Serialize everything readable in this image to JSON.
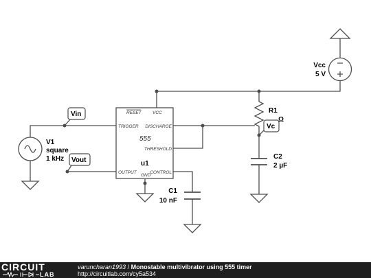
{
  "schematic": {
    "chip": {
      "pin_reset": "RESET",
      "pin_vcc": "VCC",
      "pin_trigger": "TRIGGER",
      "pin_discharge": "DISCHARGE",
      "pin_threshold": "THRESHOLD",
      "pin_output": "OUTPUT",
      "pin_gnd": "GND",
      "pin_control": "CONTROL",
      "type": "555",
      "name": "u1"
    },
    "vcc_name": "Vcc",
    "vcc_value": "5 V",
    "v1_name": "V1",
    "v1_type": "square",
    "v1_freq": "1 kHz",
    "r1_name": "R1",
    "r1_value_visible": "Ω",
    "c2_name": "C2",
    "c2_value": "2 µF",
    "c1_name": "C1",
    "c1_value": "10 nF",
    "probe_vin": "Vin",
    "probe_vout": "Vout",
    "probe_vc": "Vc"
  },
  "footer": {
    "logo_circuit": "CIRCUIT",
    "logo_lab": "LAB",
    "author": "varuncharan1993",
    "separator": " / ",
    "title": "Monostable multivibrator using 555 timer",
    "url": "http://circuitlab.com/cy5a534"
  },
  "colors": {
    "wire": "#4d4d4d",
    "background": "#ffffff",
    "footer_bg": "#1f1f1f"
  }
}
